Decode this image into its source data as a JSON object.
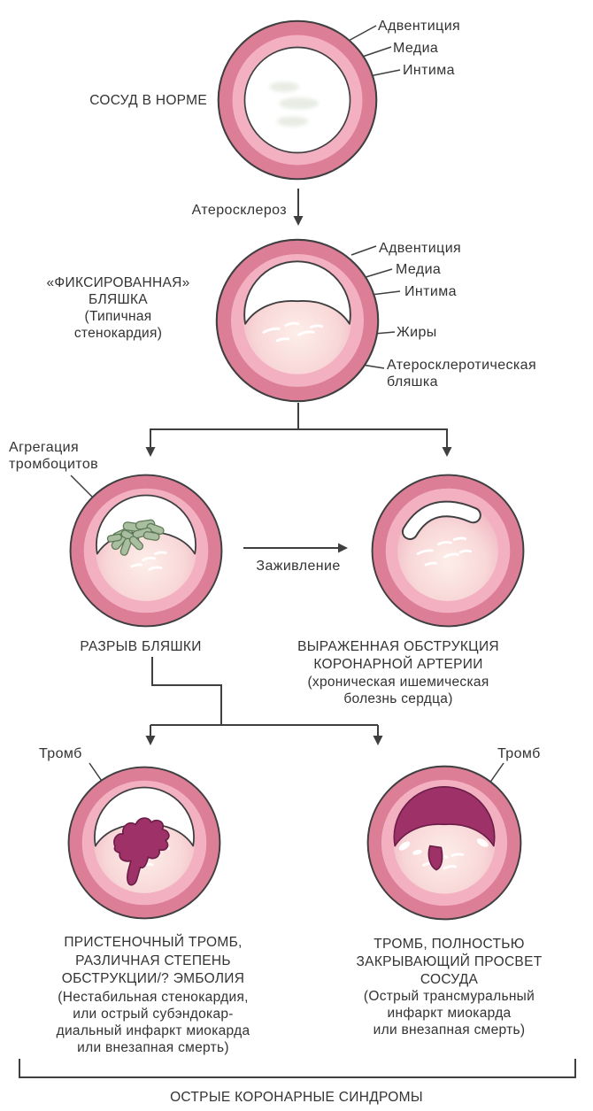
{
  "colors": {
    "adventitia": "#dc7e95",
    "media": "#f2b0c0",
    "lumen": "#ffffff",
    "thrombus": "#9d3168",
    "platelets": "#a9bd9f",
    "line": "#3f3f42",
    "text": "#333333"
  },
  "row1": {
    "side_label": "СОСУД В НОРМЕ",
    "layer_labels": {
      "adventitia": "Адвентиция",
      "media": "Медиа",
      "intima": "Интима"
    }
  },
  "transition": {
    "label": "Атеросклероз"
  },
  "row2": {
    "side_label": "«ФИКСИРОВАННАЯ»\nБЛЯШКА\n(Типичная\nстенокардия)",
    "layer_labels": {
      "adventitia": "Адвентиция",
      "media": "Медиа",
      "intima": "Интима",
      "fats": "Жиры",
      "plaque": "Атеросклеротическая\nбляшка"
    }
  },
  "row3": {
    "aggregation_label": "Агрегация\nтромбоцитов",
    "healing_label": "Заживление",
    "left_caption": "РАЗРЫВ БЛЯШКИ",
    "right_caption_main": "ВЫРАЖЕННАЯ ОБСТРУКЦИЯ\nКОРОНАРНОЙ АРТЕРИИ",
    "right_caption_sub": "(хроническая ишемическая\nболезнь сердца)"
  },
  "row4": {
    "left_thrombus_label": "Тромб",
    "right_thrombus_label": "Тромб",
    "left_caption_main": "ПРИСТЕНОЧНЫЙ ТРОМБ,\nРАЗЛИЧНАЯ СТЕПЕНЬ\nОБСТРУКЦИИ/? ЭМБОЛИЯ",
    "left_caption_sub": "(Нестабильная стенокардия,\nили острый субэндокар-\nдиальный инфаркт миокарда\nили внезапная смерть)",
    "right_caption_main": "ТРОМБ, ПОЛНОСТЬЮ\nЗАКРЫВАЮЩИЙ ПРОСВЕТ\nСОСУДА",
    "right_caption_sub": "(Острый трансмуральный\nинфаркт миокарда\nили внезапная смерть)"
  },
  "footer": {
    "label": "ОСТРЫЕ КОРОНАРНЫЕ СИНДРОМЫ"
  }
}
